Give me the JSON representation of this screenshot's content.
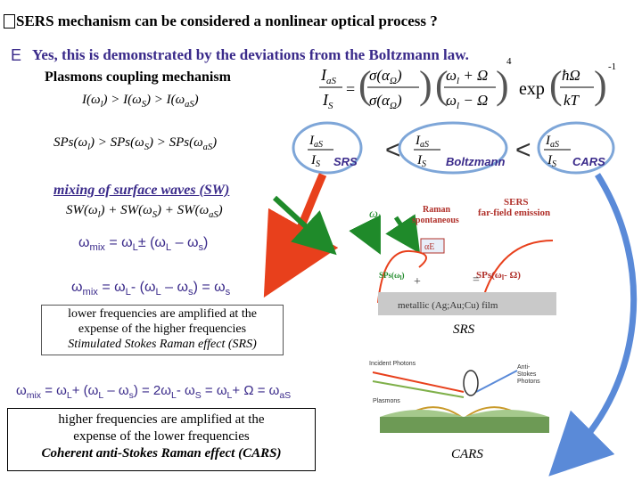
{
  "question": {
    "text": "SERS mechanism can be considered  a nonlinear optical process ?"
  },
  "answer": {
    "marker": "E",
    "text": "Yes, this is demonstrated  by the deviations from the Boltzmann  law."
  },
  "plasmons_heading": "Plasmons coupling mechanism",
  "intensity_eq": {
    "a": "I(ω",
    "a_sub": "l",
    "b": ")  > I(ω",
    "b_sub": "S",
    "c": ")  > I(ω",
    "c_sub": "aS",
    "d": ")"
  },
  "sps_eq": {
    "a": "SPs(ω",
    "a_sub": "l",
    "b": ")  > SPs(ω",
    "b_sub": "S",
    "c": ")  > SPs(ω",
    "c_sub": "aS",
    "d": ")"
  },
  "mixing_heading": "mixing  of surface waves (SW)",
  "sw_eq": {
    "a": "SW(ω",
    "a_sub": "l",
    "b": ")  + SW(ω",
    "b_sub": "S",
    "c": ")  + SW(ω",
    "c_sub": "aS",
    "d": ")"
  },
  "omega_mix_1": "ω_mix = ω_L ± (ω_L – ω_s)",
  "omega_mix_1_parts": [
    "ω",
    "mix",
    " = ω",
    "L",
    "± (ω",
    "L",
    " – ω",
    "s",
    ")"
  ],
  "omega_mix_2_parts": [
    "ω",
    "mix",
    " = ω",
    "L",
    "- (ω",
    "L",
    " – ω",
    "s",
    ") = ω",
    "s"
  ],
  "omega_mix_3_parts": [
    "ω",
    "mix",
    " = ω",
    "L",
    "+ (ω",
    "L",
    " – ω",
    "s",
    ") =  2ω",
    "L",
    "- ω",
    "S",
    " = ω",
    "L",
    "+ Ω = ω",
    "aS"
  ],
  "srs_box": {
    "line1": "lower frequencies are amplified at the",
    "line2": "expense  of the higher frequencies",
    "line3": "Stimulated  Stokes Raman  effect (SRS)"
  },
  "cars_box": {
    "line1": "higher frequencies are amplified at the",
    "line2": "expense  of the lower  frequencies",
    "line3": "Coherent anti-Stokes  Raman effect (CARS)"
  },
  "formula": {
    "I_aS": "I",
    "I_aS_sub": "aS",
    "I_S": "I",
    "I_S_sub": "S",
    "sigma_top": "σ(α",
    "sigma_top_sub": "Ω",
    "sigma_top_end": ")",
    "sigma_bot": "σ(α",
    "sigma_bot_sub": "Ω",
    "sigma_bot_end": ")",
    "omega_top": "ω",
    "omega_top_sub": "l",
    "omega_top_end": " + Ω",
    "omega_bot": "ω",
    "omega_bot_sub": "l",
    "omega_bot_end": " − Ω",
    "power": "4",
    "exp": "exp",
    "hbar_omega": "ħΩ",
    "kT": "kT",
    "neg_one": "-1"
  },
  "comparison": {
    "lt1": "<",
    "lt2": "<",
    "srs": "SRS",
    "boltzmann": "Boltzmann",
    "cars": "CARS"
  },
  "diagram_srs": {
    "omega_l": "ω",
    "omega_l_sub": "l",
    "raman_spont_1": "Raman",
    "raman_spont_2": "spontaneous",
    "sers_1": "SERS",
    "sers_2": "far-field emission",
    "sps_left": "SPs(ω",
    "sps_left_sub": "l",
    "sps_left_end": ")",
    "sps_right": "SPs(ω",
    "sps_right_sub": "l",
    "sps_right_end": "- Ω)",
    "plus": "+",
    "minus": "=",
    "film": "metallic (Ag;Au;Cu) film",
    "delta_e": "αE",
    "label": "SRS"
  },
  "diagram_cars": {
    "incident": "Incident Photons",
    "anti_stokes_1": "Anti-",
    "anti_stokes_2": "Stokes",
    "anti_stokes_3": "Photons",
    "plasmons": "Plasmons",
    "label": "CARS"
  },
  "colors": {
    "accent_text": "#3a2a8a",
    "ellipse": "#7ea6d8",
    "red_arrow": "#e8401c",
    "blue_arrow": "#5a8ad8",
    "green_arrow": "#1f8a2a"
  }
}
